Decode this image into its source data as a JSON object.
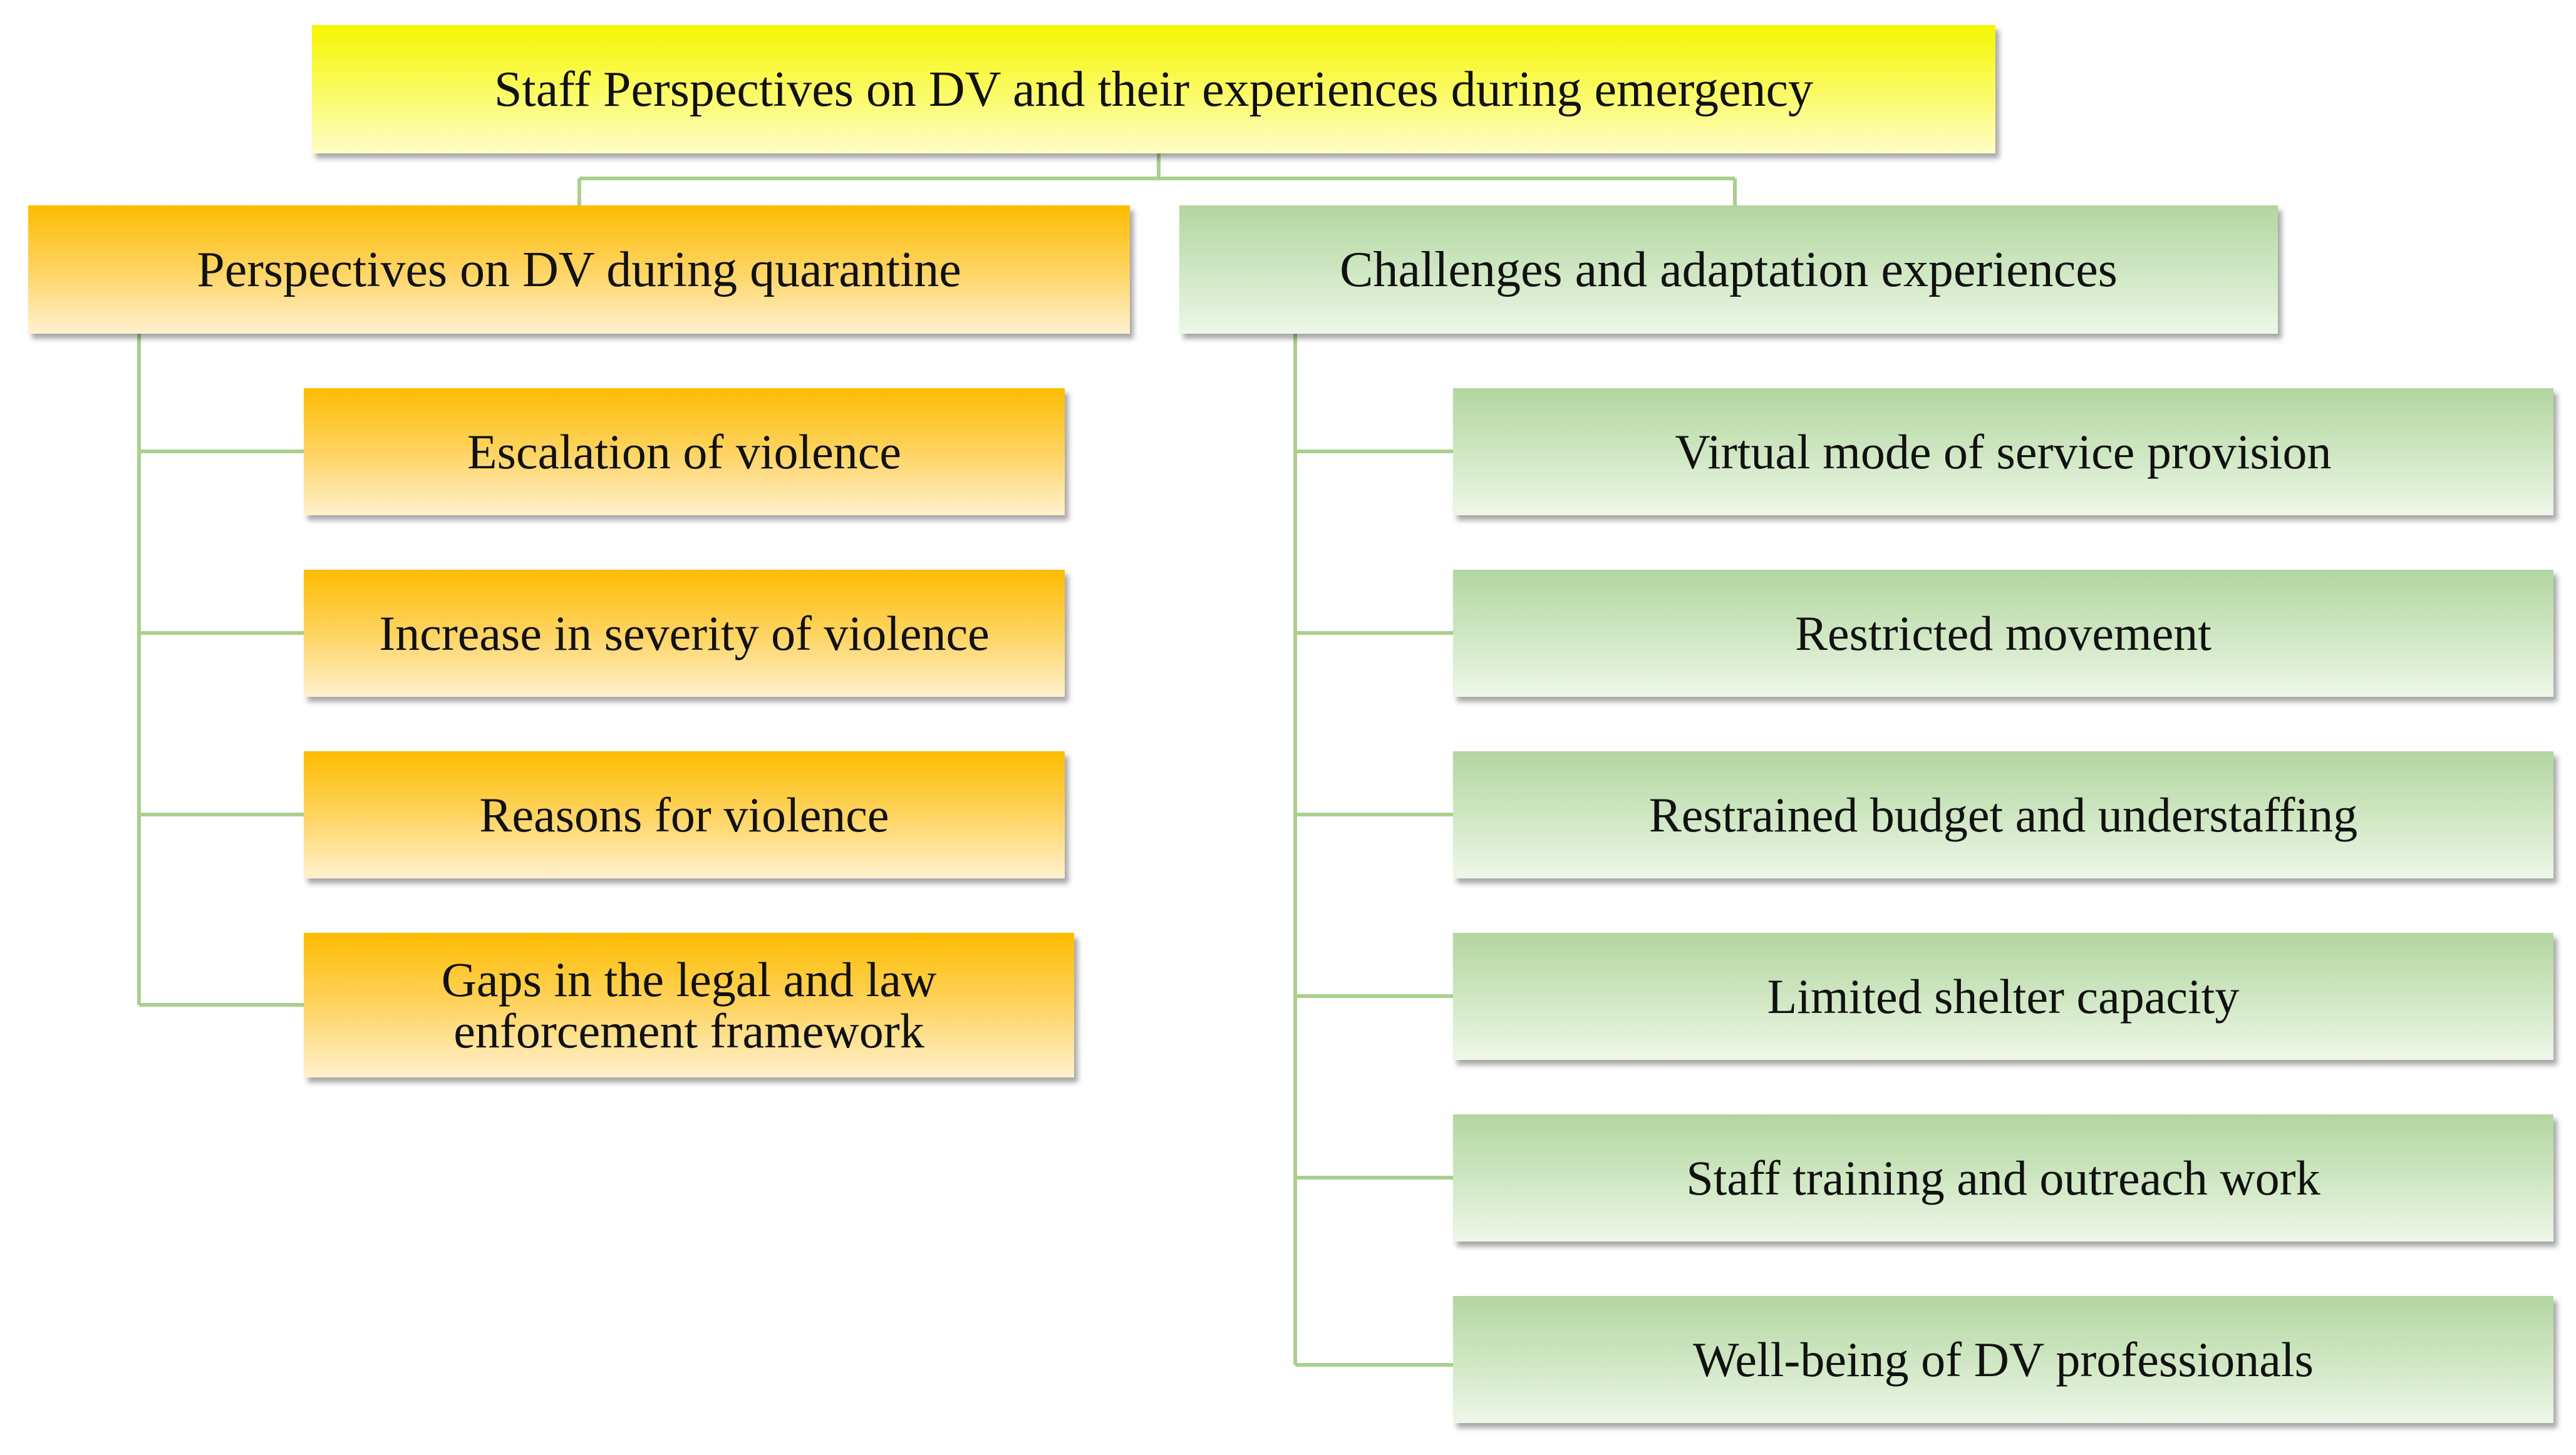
{
  "root": {
    "label": "Staff Perspectives on DV and their experiences during emergency"
  },
  "categories": [
    {
      "label": "Perspectives on DV during quarantine",
      "children": [
        "Escalation of violence",
        "Increase in severity of violence",
        "Reasons for violence",
        "Gaps in the legal and law enforcement framework"
      ]
    },
    {
      "label": "Challenges and adaptation experiences",
      "children": [
        "Virtual mode of service provision",
        "Restricted movement",
        "Restrained budget and understaffing",
        "Limited shelter capacity",
        "Staff training and outreach work",
        "Well-being of DV professionals"
      ]
    }
  ],
  "colors": {
    "root_fill": "#f6f600",
    "left_branch_fill": "#fdbc00",
    "right_branch_fill": "#b3d6a0",
    "connector": "#a9d08e"
  }
}
